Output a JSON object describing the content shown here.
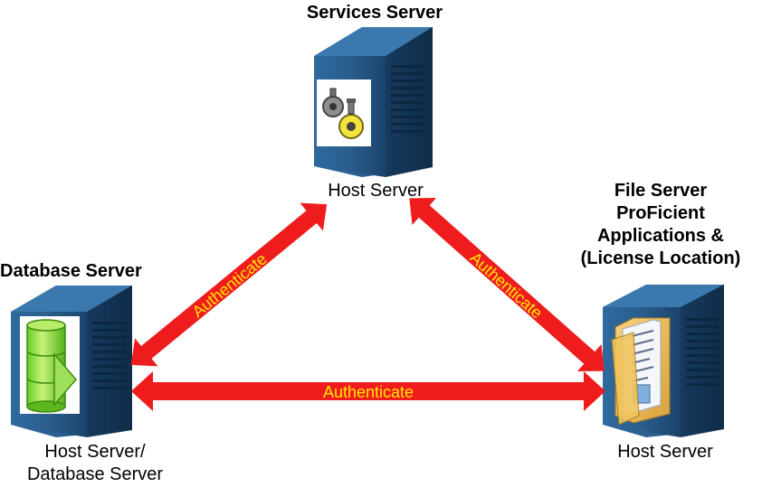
{
  "nodes": {
    "services": {
      "title": "Services Server",
      "caption": "Host Server",
      "icon": "gears-icon"
    },
    "file": {
      "title_lines": [
        "File Server",
        "ProFicient",
        "Applications &",
        "(License Location)"
      ],
      "caption": "Host Server",
      "icon": "folder-icon"
    },
    "database": {
      "title": "Database Server",
      "caption_lines": [
        "Host Server/",
        "Database Server"
      ],
      "icon": "database-icon"
    }
  },
  "edges": {
    "db_services": {
      "label": "Authenticate"
    },
    "services_file": {
      "label": "Authenticate"
    },
    "db_file": {
      "label": "Authenticate"
    }
  },
  "colors": {
    "arrow": "#ee1c1c",
    "arrow_label": "#ffe800",
    "server_body": "#1f4f7c",
    "server_dark": "#143659"
  }
}
